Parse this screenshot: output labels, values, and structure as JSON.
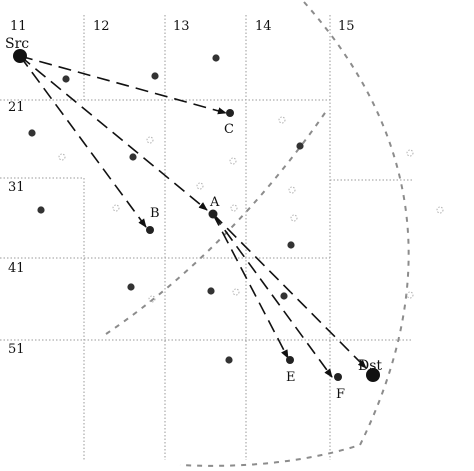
{
  "column_labels": [
    "11",
    "12",
    "13",
    "14",
    "15"
  ],
  "row_labels": [
    "21",
    "31",
    "41",
    "51"
  ],
  "nodes": {
    "src": "Src",
    "dst": "Dst",
    "a": "A",
    "b": "B",
    "c": "C",
    "e": "E",
    "f": "F"
  },
  "colors": {
    "ink": "#111111",
    "grid": "#9a9a9a",
    "range": "#8c8c8c"
  }
}
